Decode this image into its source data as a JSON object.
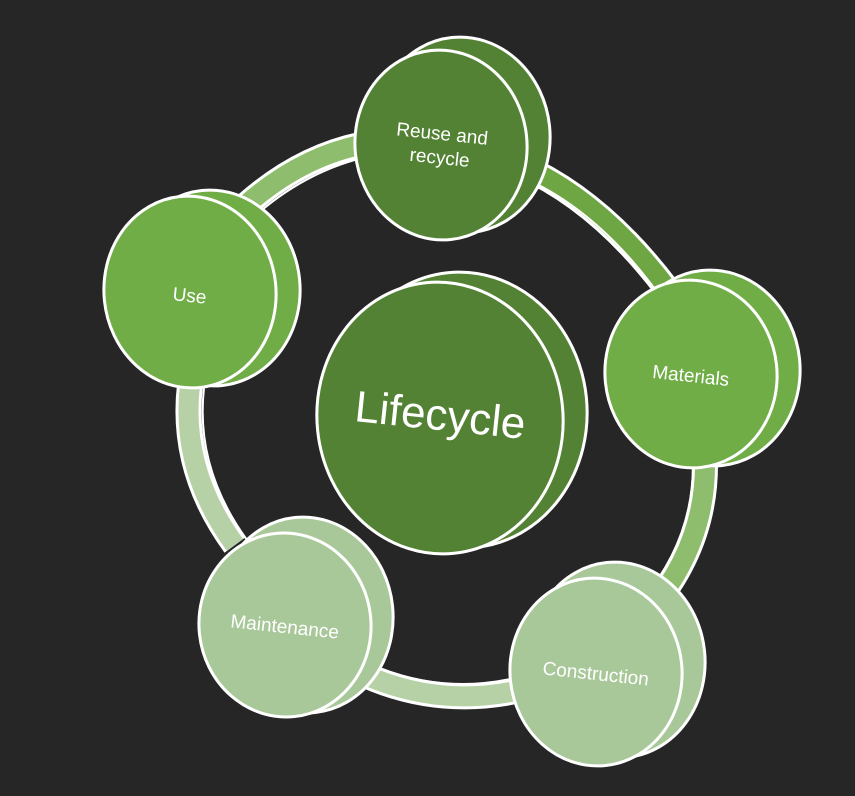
{
  "center": {
    "label": "Lifecycle",
    "color": "#548235"
  },
  "stages": [
    {
      "label": "Reuse and recycle",
      "lines": [
        "Reuse and",
        "recycle"
      ],
      "color": "#548235"
    },
    {
      "label": "Materials",
      "lines": [
        "Materials"
      ],
      "color": "#70AD47"
    },
    {
      "label": "Construction",
      "lines": [
        "Construction"
      ],
      "color": "#A9C89A"
    },
    {
      "label": "Maintenance",
      "lines": [
        "Maintenance"
      ],
      "color": "#A9C89A"
    },
    {
      "label": "Use",
      "lines": [
        "Use"
      ],
      "color": "#70AD47"
    }
  ],
  "colors": {
    "background": "#262626",
    "outline": "#ffffff",
    "ring_dark": "#6FA644",
    "ring_mid": "#8FBD6E",
    "ring_light": "#B5D1A5"
  }
}
